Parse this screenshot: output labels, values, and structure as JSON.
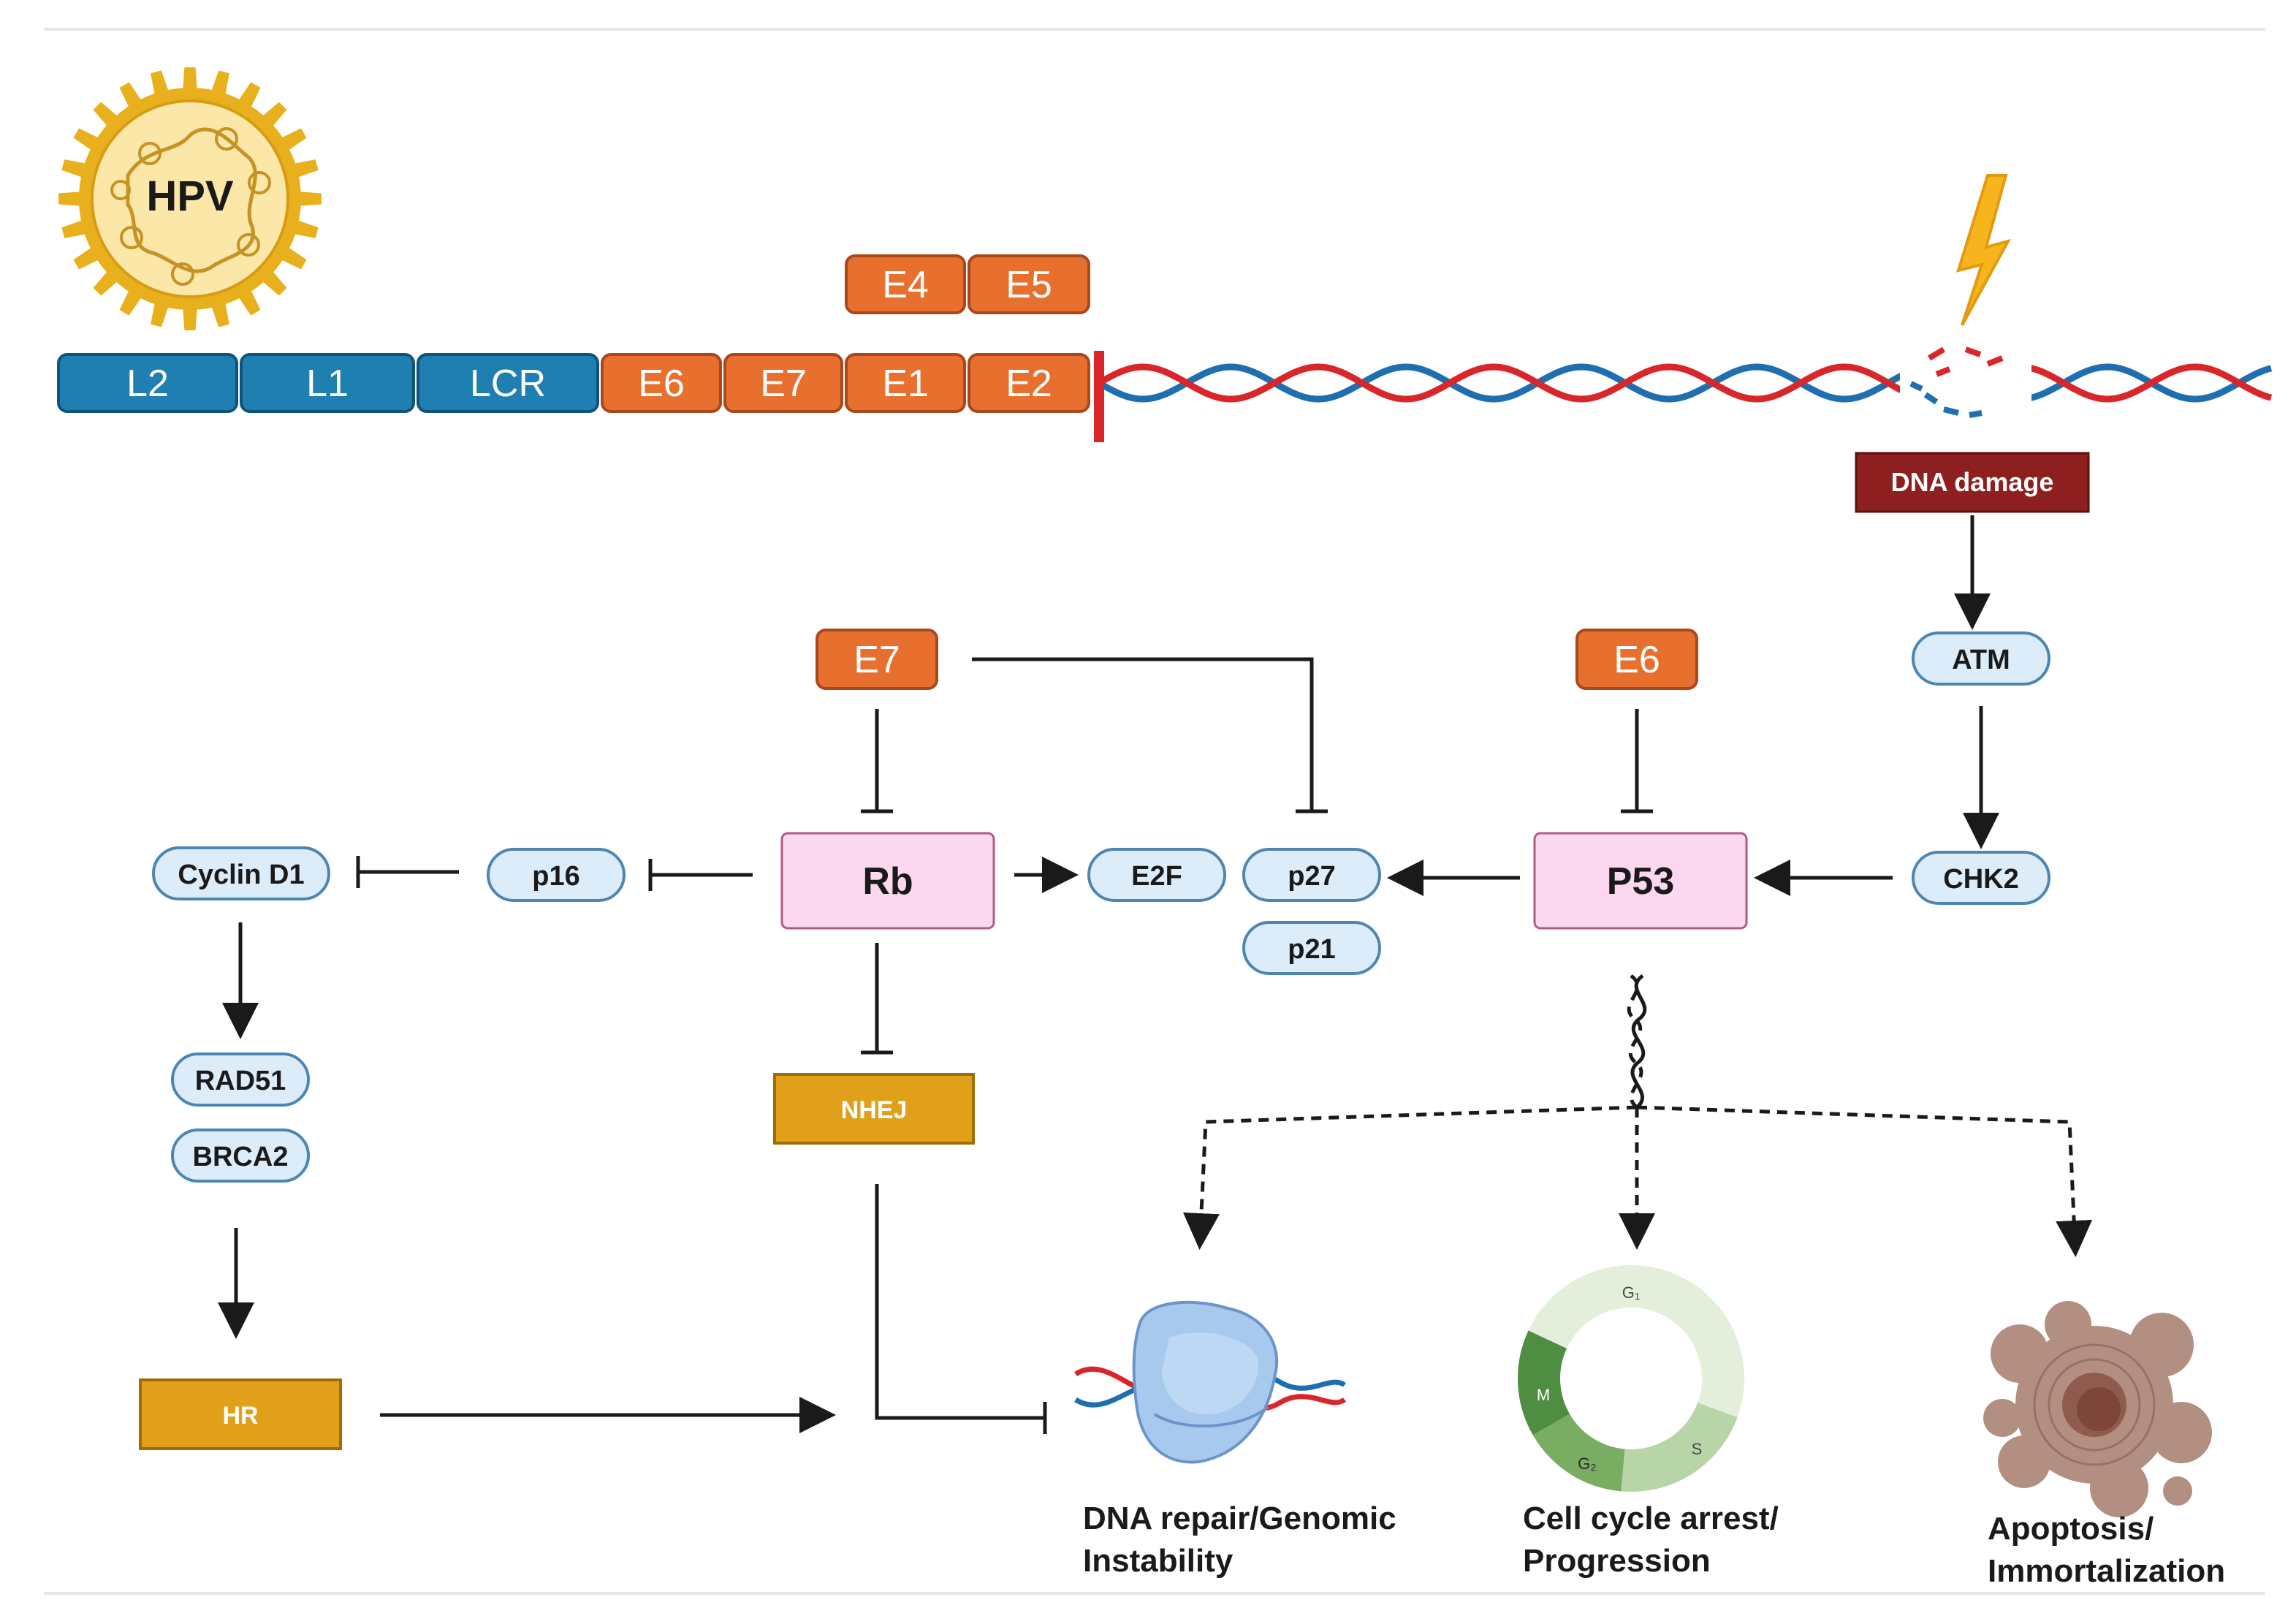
{
  "virus_label": "HPV",
  "genome": {
    "segments": [
      "L2",
      "L1",
      "LCR",
      "E6",
      "E7",
      "E1",
      "E2"
    ],
    "upper": [
      "E4",
      "E5"
    ]
  },
  "damage_label": "DNA damage",
  "nodes": {
    "e7": "E7",
    "e6": "E6",
    "atm": "ATM",
    "chk2": "CHK2",
    "rb": "Rb",
    "p53": "P53",
    "e2f": "E2F",
    "p27": "p27",
    "p21": "p21",
    "p16": "p16",
    "cyclin_d1": "Cyclin D1",
    "rad51": "RAD51",
    "brca2": "BRCA2",
    "nhej": "NHEJ",
    "hr": "HR"
  },
  "outcomes": {
    "repair": [
      "DNA repair/Genomic",
      "Instability"
    ],
    "cycle": [
      "Cell cycle arrest/",
      "Progression"
    ],
    "apoptosis": [
      "Apoptosis/",
      "Immortalization"
    ]
  },
  "cell_cycle_phases": {
    "g1": "G₁",
    "s": "S",
    "g2": "G₂",
    "m": "M"
  },
  "colors": {
    "blue_gene": "#1f7fb0",
    "orange_gene": "#e8702f",
    "pill": "#dcecf8",
    "pink": "#fcd8ef",
    "gold": "#e0a01a",
    "damage": "#8e1f1f",
    "dna_red": "#d9262a",
    "dna_blue": "#1f6fb0"
  }
}
